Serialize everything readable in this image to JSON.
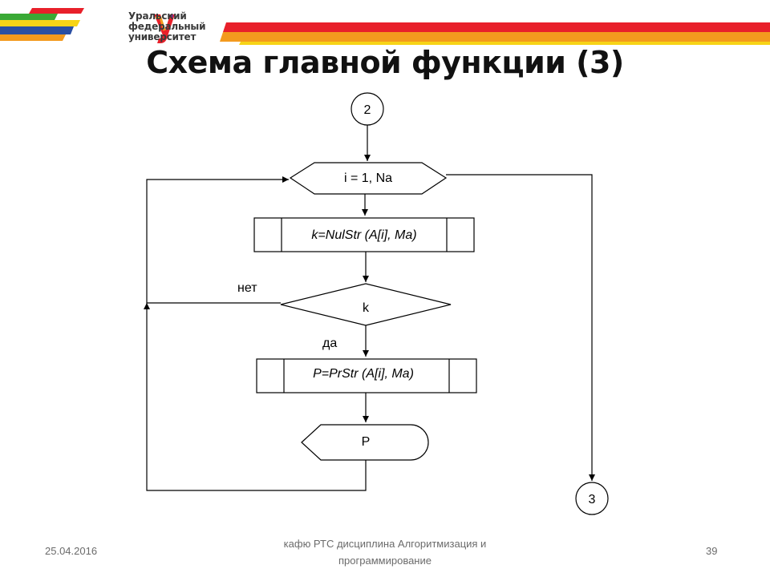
{
  "header": {
    "university_lines": [
      "Уральский",
      "федеральный",
      "университет"
    ],
    "colors": {
      "red": "#e8202a",
      "orange": "#f39a1e",
      "yellow": "#f7d417",
      "green": "#3aa935",
      "blue": "#2a4fa3",
      "logo_purple": "#7b2d8e"
    }
  },
  "title": "Схема главной функции (3)",
  "diagram": {
    "connector_in": "2",
    "loop_label": "i = 1, Na",
    "call_nulstr": "k=NulStr (A[i], Ma)",
    "condition": "k",
    "no_label": "нет",
    "yes_label": "да",
    "call_prstr": "P=PrStr (A[i], Ma)",
    "output": "P",
    "connector_out": "3"
  },
  "footer": {
    "date": "25.04.2016",
    "line1": "кафю РТС дисциплина Алгоритмизация и",
    "line2": "программирование",
    "page": "39"
  }
}
